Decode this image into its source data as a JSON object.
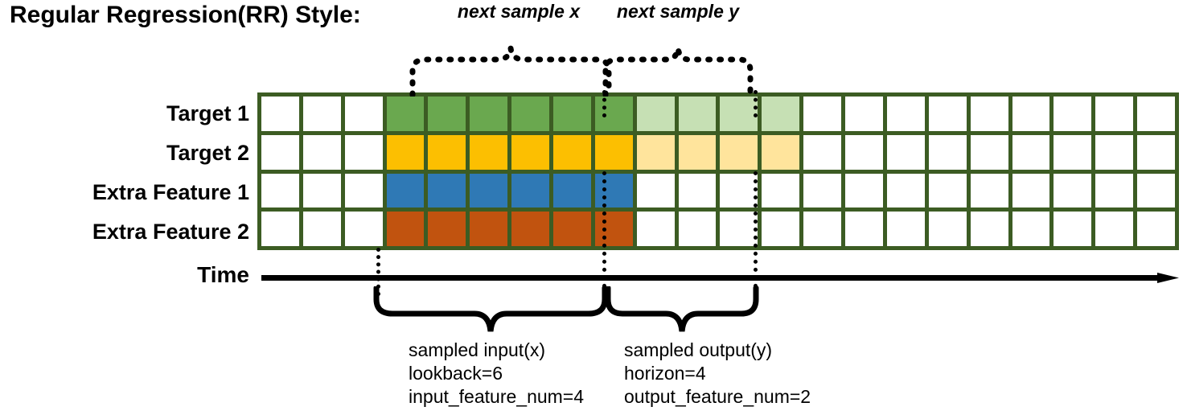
{
  "title": "Regular Regression(RR) Style:",
  "rows": [
    {
      "label": "Target 1",
      "name": "target-1"
    },
    {
      "label": "Target 2",
      "name": "target-2"
    },
    {
      "label": "Extra Feature 1",
      "name": "extra-feature-1"
    },
    {
      "label": "Extra Feature 2",
      "name": "extra-feature-2"
    }
  ],
  "grid": {
    "columns": 22,
    "lead_white_cols": 3,
    "input_cols": 6,
    "output_cols": 4,
    "border_color": "#3c5c23",
    "cells": [
      [
        "w",
        "w",
        "w",
        "green",
        "green",
        "green",
        "green",
        "green",
        "green",
        "lgreen",
        "lgreen",
        "lgreen",
        "lgreen",
        "w",
        "w",
        "w",
        "w",
        "w",
        "w",
        "w",
        "w",
        "w"
      ],
      [
        "w",
        "w",
        "w",
        "yellow",
        "yellow",
        "yellow",
        "yellow",
        "yellow",
        "yellow",
        "lyellow",
        "lyellow",
        "lyellow",
        "lyellow",
        "w",
        "w",
        "w",
        "w",
        "w",
        "w",
        "w",
        "w",
        "w"
      ],
      [
        "w",
        "w",
        "w",
        "blue",
        "blue",
        "blue",
        "blue",
        "blue",
        "blue",
        "w",
        "w",
        "w",
        "w",
        "w",
        "w",
        "w",
        "w",
        "w",
        "w",
        "w",
        "w",
        "w"
      ],
      [
        "w",
        "w",
        "w",
        "orange",
        "orange",
        "orange",
        "orange",
        "orange",
        "orange",
        "w",
        "w",
        "w",
        "w",
        "w",
        "w",
        "w",
        "w",
        "w",
        "w",
        "w",
        "w",
        "w"
      ]
    ],
    "colors": {
      "green": "#6aa84f",
      "lgreen": "#c6e0b4",
      "yellow": "#fcbf01",
      "lyellow": "#ffe49c",
      "blue": "#2f79b5",
      "orange": "#c1530f",
      "white": "#ffffff"
    }
  },
  "time": {
    "label": "Time"
  },
  "top_braces": [
    {
      "label": "next sample x",
      "name": "next-sample-x"
    },
    {
      "label": "next sample y",
      "name": "next-sample-y"
    }
  ],
  "bottom_captions": [
    {
      "name": "sampled-input",
      "line1": "sampled input(x)",
      "line2": "lookback=6",
      "line3": "input_feature_num=4"
    },
    {
      "name": "sampled-output",
      "line1": "sampled output(y)",
      "line2": "horizon=4",
      "line3": "output_feature_num=2"
    }
  ]
}
